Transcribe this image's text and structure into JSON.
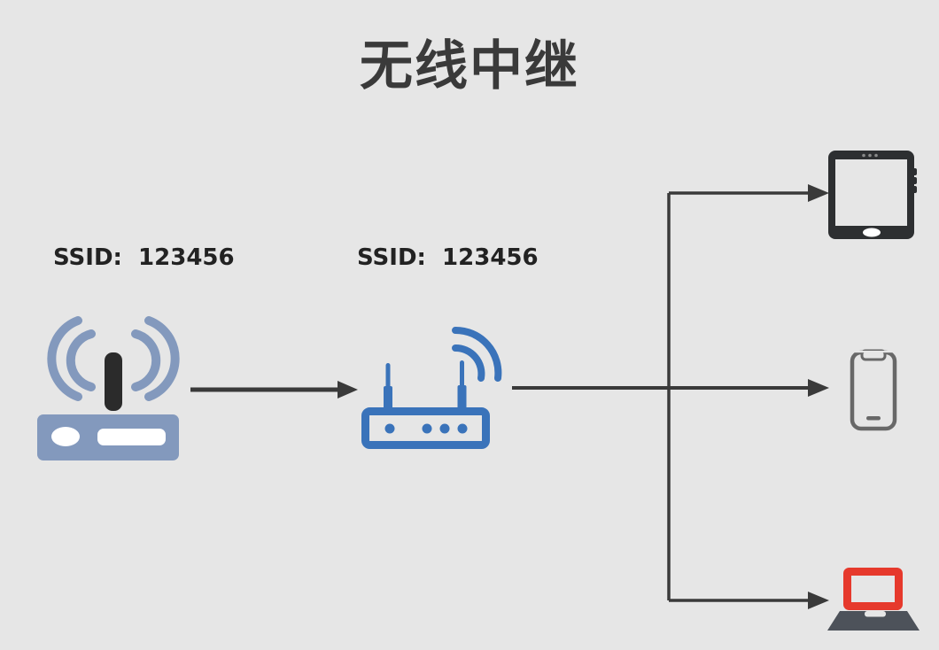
{
  "title": "无线中继",
  "diagram": {
    "type": "network-topology",
    "background_color": "#e6e6e6",
    "arrow_color": "#3a3a3a",
    "title_color": "#3a3a3a",
    "routers": [
      {
        "id": "primary-router",
        "role": "main wireless router",
        "ssid_label": "SSID:  123456",
        "ssid": "123456",
        "color": "#8399bd",
        "antenna_color": "#2b2b2b"
      },
      {
        "id": "repeater-router",
        "role": "wireless repeater",
        "ssid_label": "SSID:  123456",
        "ssid": "123456",
        "color": "#3a73ba"
      }
    ],
    "devices": [
      {
        "id": "tablet",
        "color": "#2d2f31"
      },
      {
        "id": "phone",
        "color": "#686868"
      },
      {
        "id": "laptop",
        "screen_color": "#e6392c",
        "base_color": "#4d525a"
      }
    ],
    "connections": [
      {
        "from": "primary-router",
        "to": "repeater-router",
        "style": "arrow"
      },
      {
        "from": "repeater-router",
        "to": "tablet",
        "style": "arrow"
      },
      {
        "from": "repeater-router",
        "to": "phone",
        "style": "arrow"
      },
      {
        "from": "repeater-router",
        "to": "laptop",
        "style": "arrow"
      }
    ]
  }
}
